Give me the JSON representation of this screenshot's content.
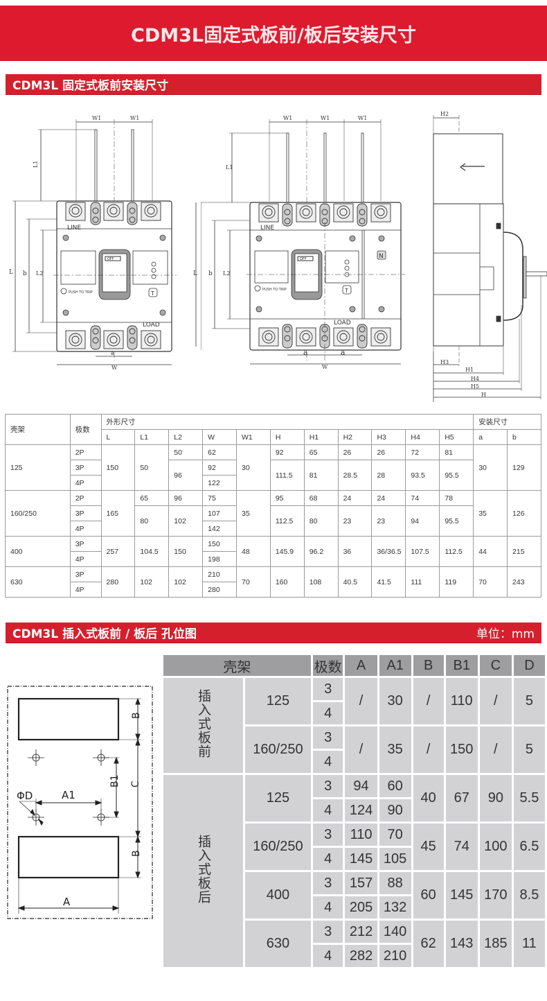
{
  "page_title": "CDM3L固定式板前/板后安装尺寸",
  "section1": {
    "title": "CDM3L 固定式板前安装尺寸",
    "drawings": {
      "front_3p": {
        "labels": {
          "w1a": "W1",
          "w1b": "W1",
          "l1": "L1",
          "l": "L",
          "b": "b",
          "l2": "L2",
          "a": "a",
          "w": "W",
          "l_right": "L",
          "line": "LINE",
          "load": "LOAD",
          "push_to_trip": "PUSH TO TRIP",
          "t": "T",
          "off": "OFF"
        }
      },
      "front_4p": {
        "labels": {
          "w1a": "W1",
          "w1b": "W1",
          "w1c": "W1",
          "l1": "L1",
          "b": "b",
          "l2": "L2",
          "a1": "a",
          "a2": "a",
          "w": "W",
          "line": "LINE",
          "load": "LOAD",
          "push_to_trip": "PUSH TO TRIP",
          "t": "T",
          "n": "N",
          "off": "OFF"
        }
      },
      "side": {
        "labels": {
          "h2": "H2",
          "h3": "H3",
          "h1": "H1",
          "h4": "H4",
          "h5": "H5",
          "h": "H"
        }
      }
    },
    "table": {
      "headers": {
        "frame": "壳架",
        "poles": "极数",
        "outline_group": "外形尺寸",
        "mount_group": "安装尺寸",
        "cols": [
          "L",
          "L1",
          "L2",
          "W",
          "W1",
          "H",
          "H1",
          "H2",
          "H3",
          "H4",
          "H5",
          "a",
          "b"
        ]
      },
      "rows": [
        {
          "frame": "125",
          "poles": [
            "2P",
            "3P",
            "4P"
          ],
          "L": "150",
          "L1": "50",
          "L2": [
            "50",
            "96"
          ],
          "W": [
            "62",
            "92",
            "122"
          ],
          "W1": "30",
          "H": [
            "92",
            "111.5"
          ],
          "H1": [
            "65",
            "81"
          ],
          "H2": [
            "26",
            "28.5"
          ],
          "H3": [
            "26",
            "28"
          ],
          "H4": [
            "72",
            "93.5"
          ],
          "H5": [
            "81",
            "95.5"
          ],
          "a": "30",
          "b": "129"
        },
        {
          "frame": "160/250",
          "poles": [
            "2P",
            "3P",
            "4P"
          ],
          "L": "165",
          "L1": [
            "65",
            "80"
          ],
          "L2": [
            "96",
            "102"
          ],
          "W": [
            "75",
            "107",
            "142"
          ],
          "W1": "35",
          "H": [
            "95",
            "112.5"
          ],
          "H1": [
            "68",
            "80"
          ],
          "H2": [
            "24",
            "23"
          ],
          "H3": [
            "24",
            "23"
          ],
          "H4": [
            "74",
            "94"
          ],
          "H5": [
            "78",
            "95.5"
          ],
          "a": "35",
          "b": "126"
        },
        {
          "frame": "400",
          "poles": [
            "3P",
            "4P"
          ],
          "L": "257",
          "L1": "104.5",
          "L2": "150",
          "W": [
            "150",
            "198"
          ],
          "W1": "48",
          "H": "145.9",
          "H1": "96.2",
          "H2": "36",
          "H3": "36/36.5",
          "H4": "107.5",
          "H5": "112.5",
          "a": "44",
          "b": "215"
        },
        {
          "frame": "630",
          "poles": [
            "3P",
            "4P"
          ],
          "L": "280",
          "L1": "102",
          "L2": "102",
          "W": [
            "210",
            "280"
          ],
          "W1": "70",
          "H": "160",
          "H1": "108",
          "H2": "40.5",
          "H3": "41.5",
          "H4": "111",
          "H5": "119",
          "a": "70",
          "b": "243"
        }
      ]
    }
  },
  "section2": {
    "title": "CDM3L 插入式板前 / 板后 孔位图",
    "unit": "单位：mm",
    "diagram": {
      "labels": {
        "b_top": "B",
        "b_bottom": "B",
        "c": "C",
        "b1": "B1",
        "a1": "A1",
        "phi_d": "ΦD",
        "a": "A"
      }
    },
    "table": {
      "headers": [
        "壳架",
        "极数",
        "A",
        "A1",
        "B",
        "B1",
        "C",
        "D"
      ],
      "groups": [
        {
          "type_label": "插入式板前",
          "rows": [
            {
              "frame": "125",
              "poles": [
                "3",
                "4"
              ],
              "A": "/",
              "A1": "30",
              "B": "/",
              "B1": "110",
              "C": "/",
              "D": "5"
            },
            {
              "frame": "160/250",
              "poles": [
                "3",
                "4"
              ],
              "A": "/",
              "A1": "35",
              "B": "/",
              "B1": "150",
              "C": "/",
              "D": "5"
            }
          ]
        },
        {
          "type_label": "插入式板后",
          "rows": [
            {
              "frame": "125",
              "poles": [
                "3",
                "4"
              ],
              "A": [
                "94",
                "124"
              ],
              "A1": [
                "60",
                "90"
              ],
              "B": "40",
              "B1": "67",
              "C": "90",
              "D": "5.5"
            },
            {
              "frame": "160/250",
              "poles": [
                "3",
                "4"
              ],
              "A": [
                "110",
                "145"
              ],
              "A1": [
                "70",
                "105"
              ],
              "B": "45",
              "B1": "74",
              "C": "100",
              "D": "6.5"
            },
            {
              "frame": "400",
              "poles": [
                "3",
                "4"
              ],
              "A": [
                "157",
                "205"
              ],
              "A1": [
                "88",
                "132"
              ],
              "B": "60",
              "B1": "145",
              "C": "170",
              "D": "8.5"
            },
            {
              "frame": "630",
              "poles": [
                "3",
                "4"
              ],
              "A": [
                "212",
                "282"
              ],
              "A1": [
                "140",
                "210"
              ],
              "B": "62",
              "B1": "143",
              "C": "185",
              "D": "11"
            }
          ]
        }
      ]
    }
  },
  "colors": {
    "title_red": "#dd1a2e",
    "section_red": "#d61f2c",
    "table2_header": "#9e9ea0",
    "table2_cell": "#d2d2d4"
  }
}
